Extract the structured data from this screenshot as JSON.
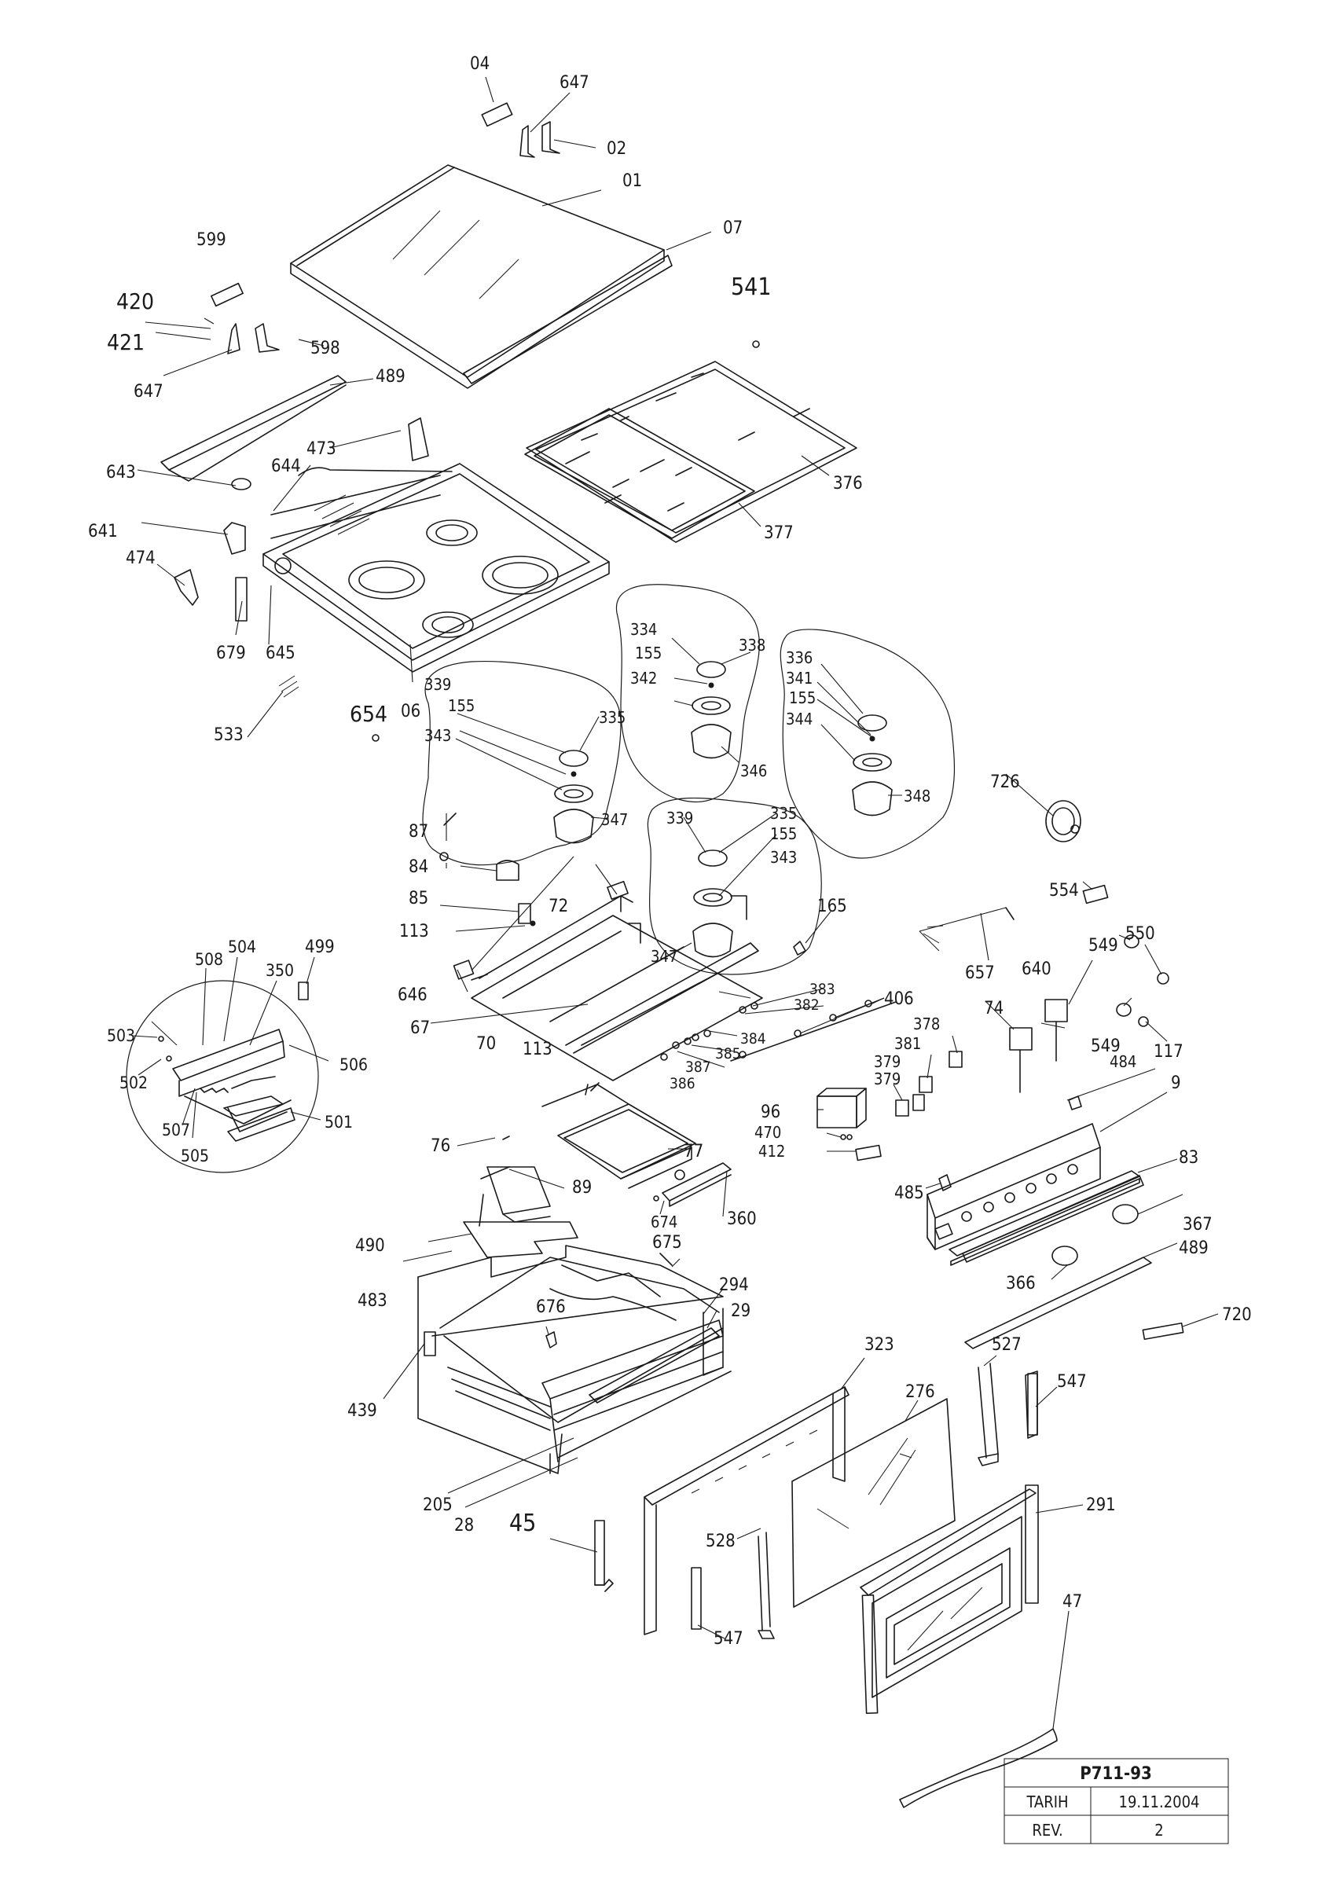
{
  "drawing": {
    "callouts": [
      "04",
      "647",
      "02",
      "01",
      "07",
      "599",
      "420",
      "421",
      "598",
      "647",
      "541",
      "489",
      "473",
      "643",
      "644",
      "641",
      "474",
      "679",
      "645",
      "376",
      "377",
      "06",
      "654",
      "533",
      "334",
      "338",
      "155",
      "342",
      "346",
      "336",
      "341",
      "155",
      "344",
      "348",
      "339",
      "155",
      "343",
      "335",
      "347",
      "726",
      "87",
      "84",
      "85",
      "72",
      "113",
      "646",
      "339",
      "335",
      "155",
      "343",
      "347",
      "165",
      "499",
      "508",
      "504",
      "350",
      "503",
      "502",
      "507",
      "505",
      "506",
      "501",
      "67",
      "70",
      "113",
      "383",
      "382",
      "406",
      "384",
      "385",
      "387",
      "386",
      "554",
      "657",
      "640",
      "549",
      "550",
      "74",
      "549",
      "117",
      "378",
      "381",
      "379",
      "379",
      "484",
      "9",
      "96",
      "470",
      "412",
      "76",
      "77",
      "89",
      "674",
      "360",
      "485",
      "83",
      "367",
      "490",
      "483",
      "675",
      "366",
      "489",
      "294",
      "676",
      "29",
      "720",
      "439",
      "323",
      "527",
      "547",
      "276",
      "205",
      "28",
      "45",
      "291",
      "528",
      "547",
      "47"
    ]
  },
  "title_block": {
    "drawing_no": "P711-93",
    "date_label": "TARIH",
    "date_value": "19.11.2004",
    "rev_label": "REV.",
    "rev_value": "2"
  }
}
